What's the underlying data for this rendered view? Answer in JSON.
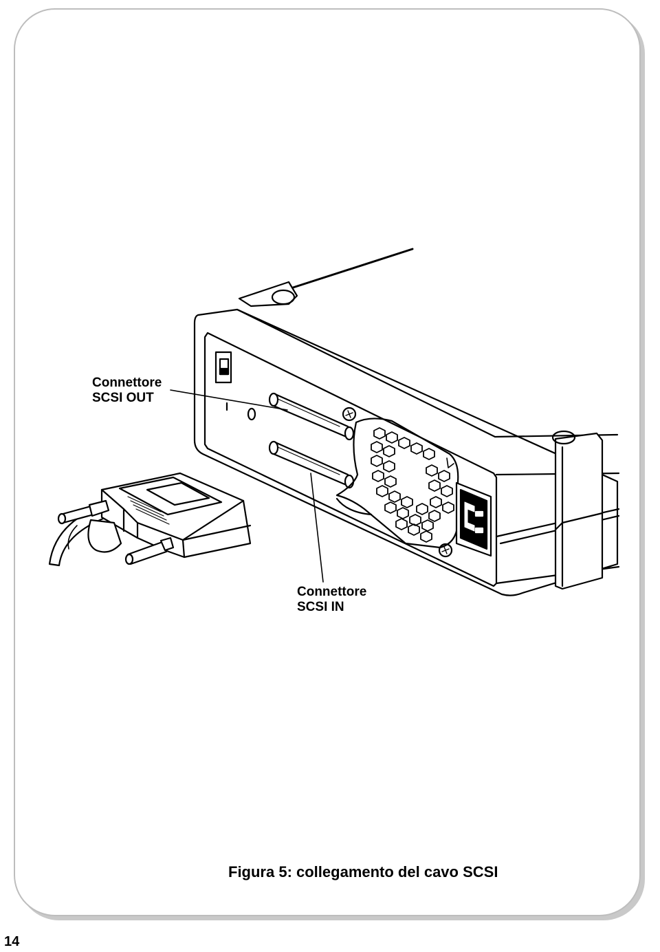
{
  "labels": {
    "scsi_out_line1": "Connettore",
    "scsi_out_line2": "SCSI OUT",
    "scsi_in_line1": "Connettore",
    "scsi_in_line2": "SCSI IN"
  },
  "caption": "Figura 5: collegamento del cavo SCSI",
  "page_number": "14"
}
